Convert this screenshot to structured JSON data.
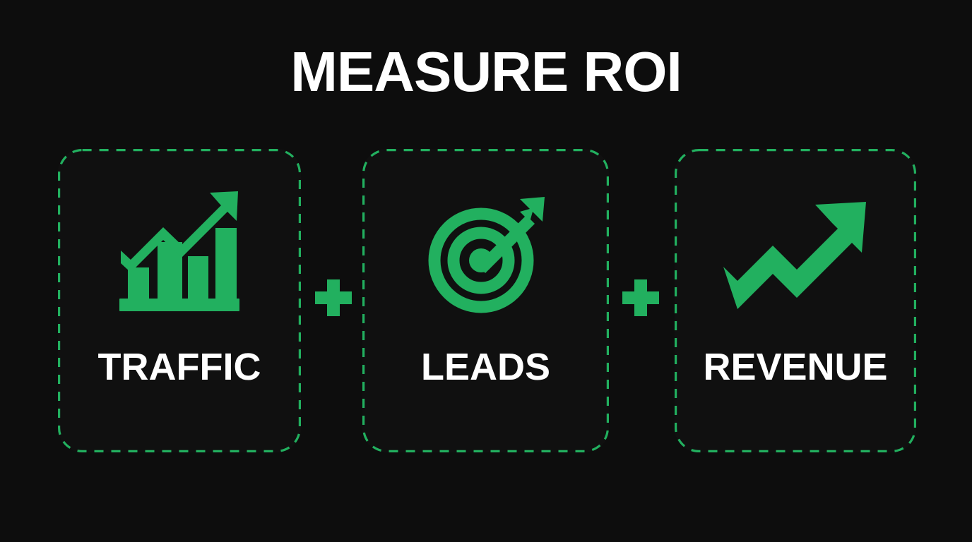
{
  "page": {
    "background_color": "#0d0d0d",
    "accent_color": "#22b05f",
    "text_color": "#ffffff"
  },
  "header": {
    "title": "MEASURE ROI"
  },
  "formula": {
    "operator_1": "+",
    "operator_2": "+",
    "cards": [
      {
        "label": "TRAFFIC",
        "icon": "bar-chart-growth-icon",
        "icon_color": "#22b05f",
        "border_color": "#22b05f",
        "border_style": "dashed"
      },
      {
        "label": "LEADS",
        "icon": "target-bullseye-arrow-icon",
        "icon_color": "#22b05f",
        "border_color": "#22b05f",
        "border_style": "dashed"
      },
      {
        "label": "REVENUE",
        "icon": "trending-up-arrow-icon",
        "icon_color": "#22b05f",
        "border_color": "#22b05f",
        "border_style": "dashed"
      }
    ]
  }
}
